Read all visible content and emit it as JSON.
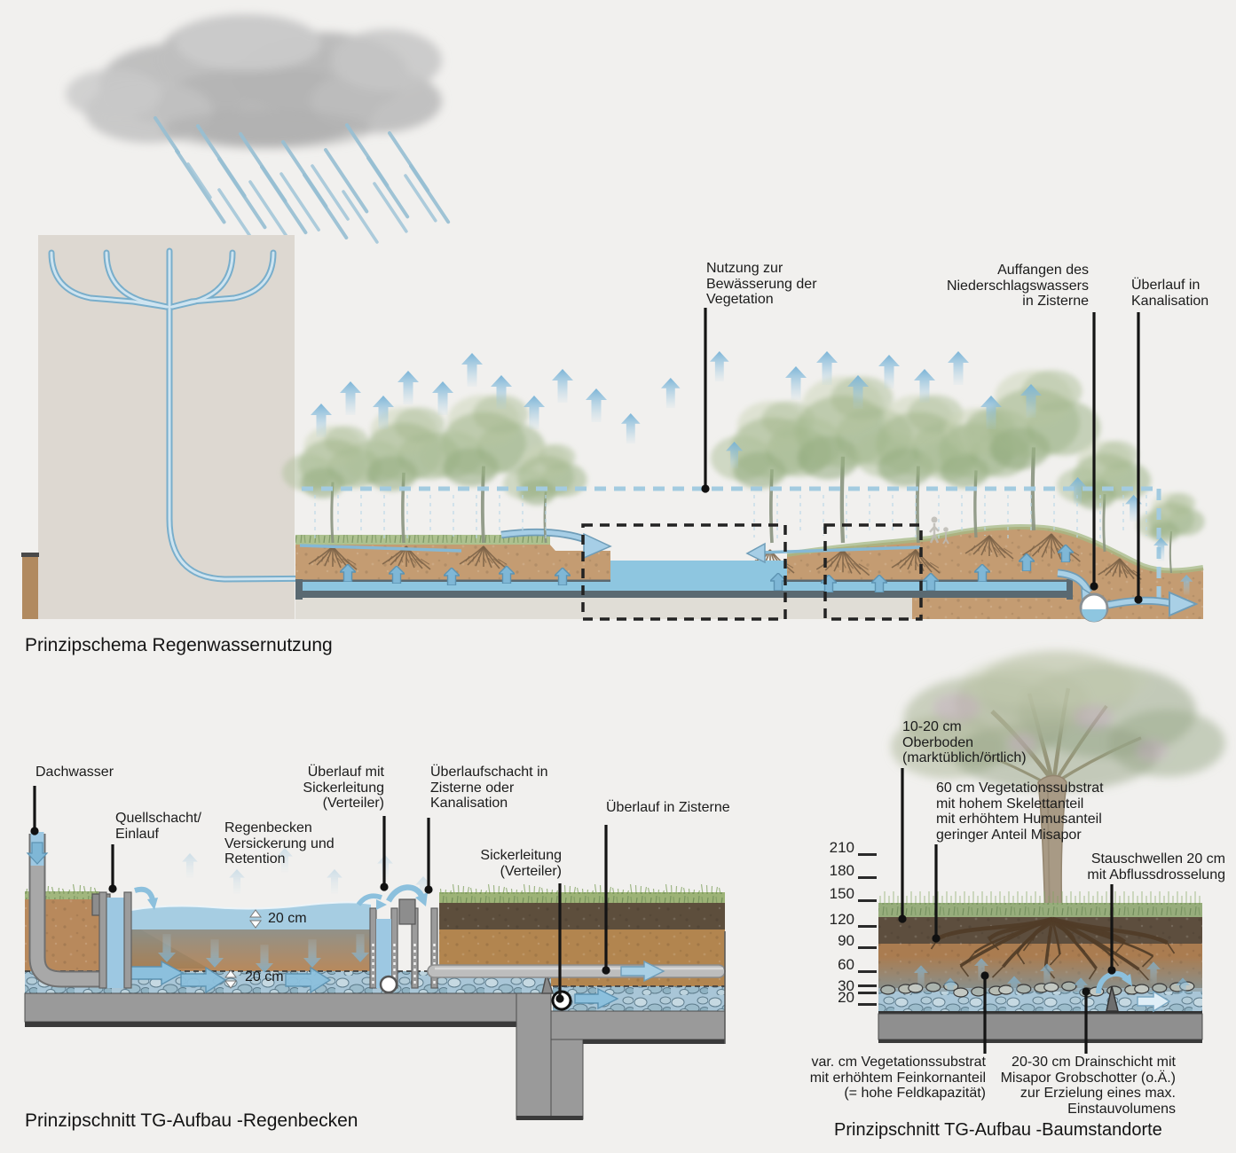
{
  "top": {
    "caption": "Prinzipschema Regenwassernutzung",
    "labels": {
      "nutzung": "Nutzung zur\nBewässerung der\nVegetation",
      "auffangen": "Auffangen des\nNiederschlagswassers\nin Zisterne",
      "ueberlauf_kanal": "Überlauf in\nKanalisation"
    }
  },
  "bottom_left": {
    "caption": "Prinzipschnitt TG-Aufbau -Regenbecken",
    "labels": {
      "dachwasser": "Dachwasser",
      "quellschacht": "Quellschacht/\nEinlauf",
      "regenbecken": "Regenbecken\nVersickerung und\nRetention",
      "ueberlauf_mit": "Überlauf mit\nSickerleitung\n(Verteiler)",
      "ueberlaufschacht": "Überlaufschacht in\nZisterne oder\nKanalisation",
      "sickerleitung": "Sickerleitung\n(Verteiler)",
      "ueberlauf_zisterne": "Überlauf in Zisterne",
      "depth_water": "20 cm",
      "depth_gravel": "20 cm"
    }
  },
  "bottom_right": {
    "caption": "Prinzipschnitt TG-Aufbau -Baumstandorte",
    "scale": [
      "210",
      "180",
      "150",
      "120",
      "90",
      "60",
      "30",
      "20"
    ],
    "labels": {
      "oberboden": "10-20 cm\nOberboden\n(marktüblich/örtlich)",
      "substrat": "60 cm Vegetationssubstrat\nmit hohem Skelettanteil\nmit erhöhtem Humusanteil\ngeringer Anteil Misapor",
      "stauschwellen": "Stauschwellen 20 cm\nmit Abflussdrosselung",
      "var_substrat": "var. cm Vegetationssubstrat\nmit erhöhtem Feinkornanteil\n(= hohe Feldkapazität)",
      "drainschicht": "20-30 cm Drainschicht mit\nMisapor Grobschotter  (o.Ä.)\nzur Erzielung eines max.\nEinstauvolumens"
    }
  },
  "colors": {
    "background": "#f1f0ee",
    "water_blue": "#8ec6e0",
    "pipe_blue": "#7fb3d0",
    "soil_brown": "#c49c72",
    "concrete_gray": "#9a9a9a",
    "label_black": "#1b1b1b"
  }
}
